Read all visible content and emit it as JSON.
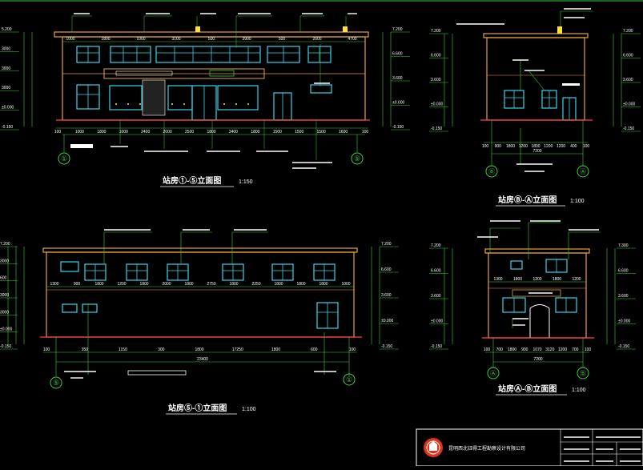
{
  "colors": {
    "background": "#000000",
    "wall": "#e8a33a",
    "window": "#39d6e8",
    "dimension": "#3ccf3c",
    "ground": "#ff4040",
    "text": "#ffffff",
    "yellow": "#ffe03a",
    "seal": "#e0301e"
  },
  "views": {
    "front": {
      "title": "站房①-⑤立面图",
      "scale": "1:150",
      "top_dims": [
        "1000",
        "1800",
        "1000",
        "3100",
        "500",
        "3900",
        "500",
        "2600",
        "4700"
      ],
      "bottom_dims": [
        "100",
        "1000",
        "1800",
        "1000",
        "2400",
        "2000",
        "2500",
        "1800",
        "3400",
        "1800",
        "1500",
        "1500",
        "1500",
        "1600",
        "100"
      ],
      "elev_left": [
        "5.200",
        "3000",
        "3000",
        "3000",
        "±0.000",
        "-0.150"
      ],
      "elev_right": [
        "7.200",
        "6.600",
        "3.600",
        "±0.000",
        "-0.150"
      ],
      "axes": [
        "①",
        "⑤"
      ]
    },
    "side_ba": {
      "title": "站房Ⓑ-Ⓐ立面图",
      "scale": "1:100",
      "bottom_dims": [
        "100",
        "900",
        "1800",
        "1200",
        "1800",
        "1200",
        "1200",
        "400",
        "100"
      ],
      "total": "7200",
      "elev_left": [
        "7.200",
        "6.600",
        "3.600",
        "±0.000",
        "-0.150"
      ],
      "elev_right": [
        "7.200",
        "6.600",
        "3.600",
        "±0.000",
        "-0.150"
      ],
      "axes": [
        "Ⓑ",
        "Ⓐ"
      ]
    },
    "rear": {
      "title": "站房⑤-①立面图",
      "scale": "1:100",
      "mid_dims": [
        "1300",
        "900",
        "1800",
        "1200",
        "1800",
        "2000",
        "1800",
        "2750",
        "1800",
        "2250",
        "1800",
        "1800",
        "1800",
        "1000"
      ],
      "bottom_dims": [
        "100",
        "350",
        "1150",
        "300",
        "1800",
        "17250",
        "1800",
        "600",
        "100"
      ],
      "total": "23400",
      "elev_left": [
        "7.200",
        "3000",
        "600",
        "3000",
        "3000",
        "±0.000",
        "-0.150"
      ],
      "elev_right": [
        "7.200",
        "6.600",
        "3.600",
        "±0.000",
        "-0.150"
      ],
      "axes": [
        "⑤",
        "①"
      ]
    },
    "side_ab": {
      "title": "站房Ⓐ-Ⓑ立面图",
      "scale": "1:100",
      "mid_dims": [
        "1300",
        "1800",
        "1200",
        "1800",
        "1200"
      ],
      "bottom_dims": [
        "100",
        "700",
        "1800",
        "900",
        "1070",
        "3120",
        "1200",
        "700",
        "100"
      ],
      "total": "7200",
      "elev_left": [
        "7.200",
        "6.600",
        "3.600",
        "±0.000",
        "-0.150"
      ],
      "elev_right": [
        "7.300",
        "6.600",
        "3.600",
        "±0.000",
        "-0.150"
      ],
      "axes": [
        "Ⓐ",
        "Ⓑ"
      ]
    }
  },
  "title_block": {
    "company": "昆明西北钰得工程勘察设计有限公司"
  }
}
